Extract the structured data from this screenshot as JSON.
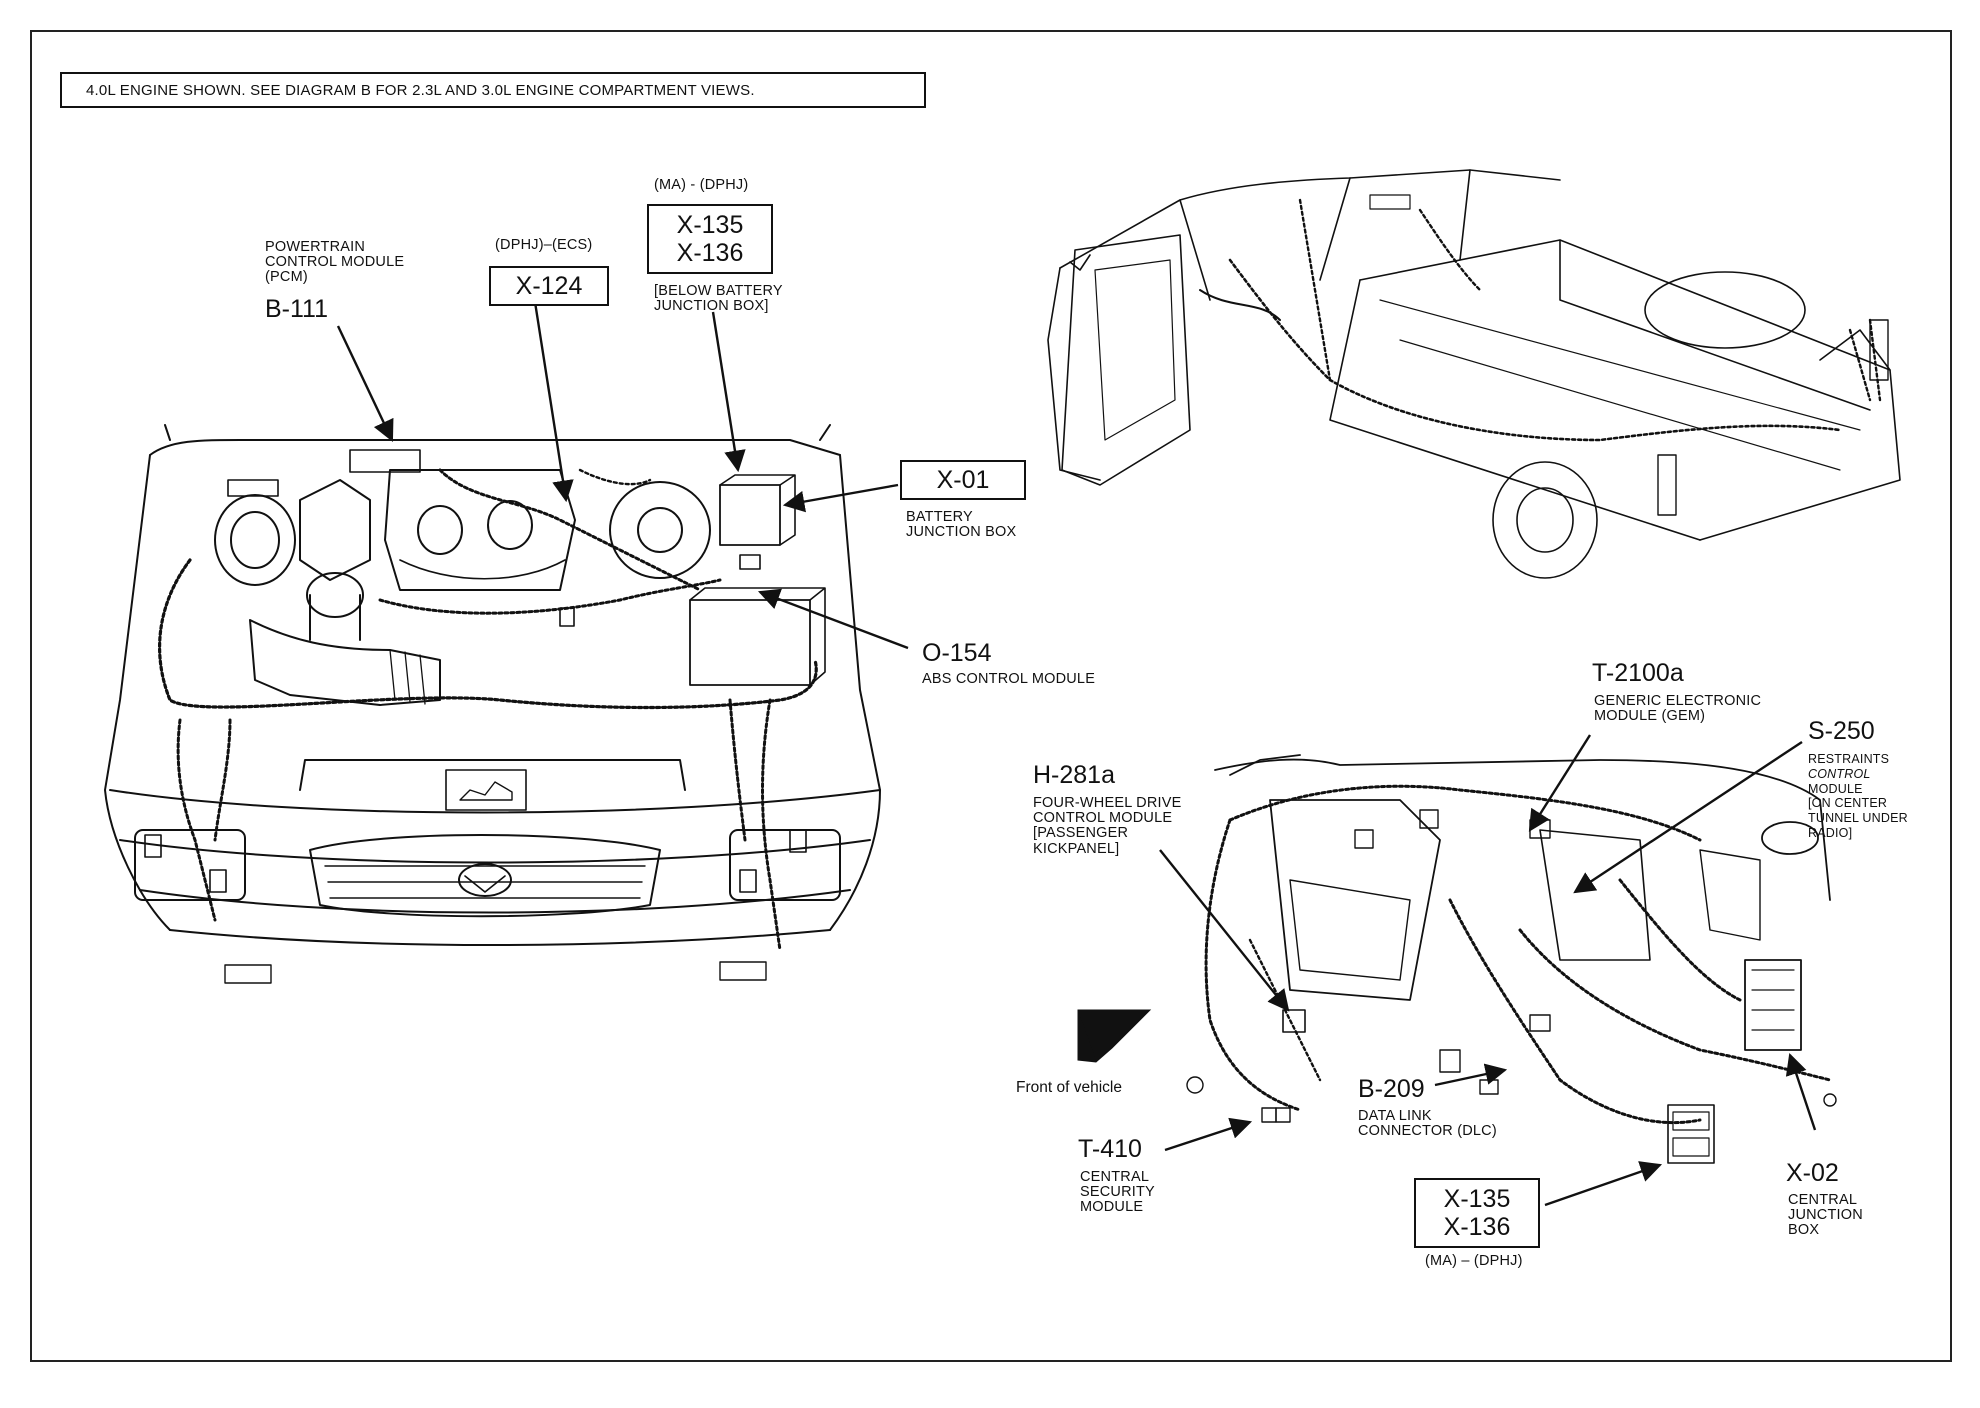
{
  "header_note": "4.0L ENGINE SHOWN. SEE DIAGRAM B FOR 2.3L AND 3.0L ENGINE COMPARTMENT VIEWS.",
  "engine": {
    "pcm": {
      "desc": [
        "POWERTRAIN",
        "CONTROL MODULE",
        "(PCM)"
      ],
      "code": "B-111"
    },
    "x124": {
      "qualifier": "(DPHJ)–(ECS)",
      "code": "X-124"
    },
    "x135_top": {
      "qualifier": "(MA) - (DPHJ)",
      "codes": [
        "X-135",
        "X-136"
      ],
      "note": [
        "[BELOW BATTERY",
        "JUNCTION BOX]"
      ]
    },
    "x01": {
      "code": "X-01",
      "desc": [
        "BATTERY",
        "JUNCTION BOX"
      ]
    },
    "o154": {
      "code": "O-154",
      "desc": "ABS CONTROL MODULE"
    }
  },
  "cabin": {
    "t2100a": {
      "code": "T-2100a",
      "desc": [
        "GENERIC ELECTRONIC",
        "MODULE (GEM)"
      ]
    },
    "s250": {
      "code": "S-250",
      "desc_line1": "RESTRAINTS",
      "desc_line2_italic": "CONTROL",
      "desc_rest": [
        "MODULE",
        "[ON CENTER",
        "TUNNEL UNDER",
        "RADIO]"
      ]
    },
    "h281a": {
      "code": "H-281a",
      "desc": [
        "FOUR-WHEEL DRIVE",
        "CONTROL MODULE",
        "[PASSENGER",
        "KICKPANEL]"
      ]
    },
    "front_of_vehicle": "Front of vehicle",
    "t410": {
      "code": "T-410",
      "desc": [
        "CENTRAL",
        "SECURITY",
        "MODULE"
      ]
    },
    "b209": {
      "code": "B-209",
      "desc": [
        "DATA LINK",
        "CONNECTOR (DLC)"
      ]
    },
    "x135_bottom": {
      "codes": [
        "X-135",
        "X-136"
      ],
      "qualifier": "(MA) – (DPHJ)"
    },
    "x02": {
      "code": "X-02",
      "desc": [
        "CENTRAL",
        "JUNCTION",
        "BOX"
      ]
    }
  },
  "colors": {
    "ink": "#111111",
    "paper": "#ffffff"
  }
}
